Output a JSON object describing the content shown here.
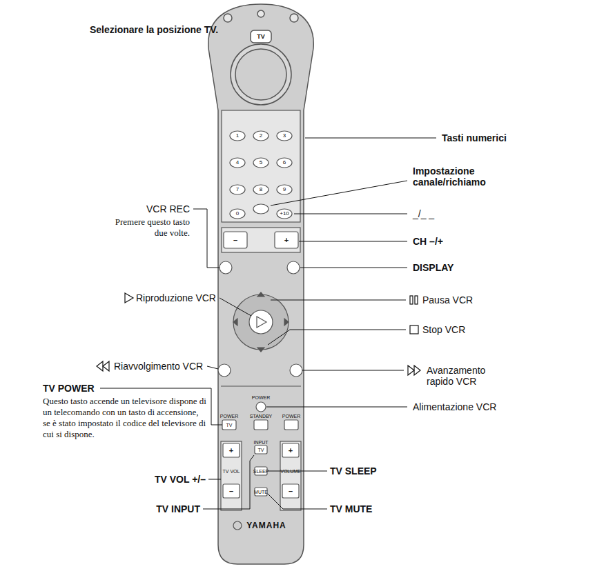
{
  "diagram": {
    "labels": [
      "Selezionare la posizione TV.",
      "TV",
      "Tasti numerici",
      "1",
      "2",
      "3",
      "4",
      "5",
      "6",
      "7",
      "8",
      "9",
      "0",
      "+10",
      "VCR REC",
      "Premere questo tasto due volte.",
      "Impostazione canale/richiamo",
      "_/_ _",
      "–",
      "+",
      "CH –/+",
      "DISPLAY",
      "Riproduzione VCR",
      "Pausa VCR",
      "Stop VCR",
      "Riavvolgimento VCR",
      "Avanzamento rapido VCR",
      "TV POWER",
      "Questo tasto accende un televisore dispone di un telecomando con un tasto di accensione, se è stato impostato il codice del televisore di cui si dispone.",
      "POWER",
      "POWER",
      "TV",
      "STANDBY",
      "POWER",
      "Alimentazione VCR",
      "+",
      "TV VOL",
      "–",
      "INPUT",
      "TV",
      "SLEEP",
      "MUTE",
      "+",
      "VOLUME",
      "–",
      "TV VOL +/–",
      "TV SLEEP",
      "TV INPUT",
      "TV MUTE",
      "YAMAHA"
    ]
  }
}
